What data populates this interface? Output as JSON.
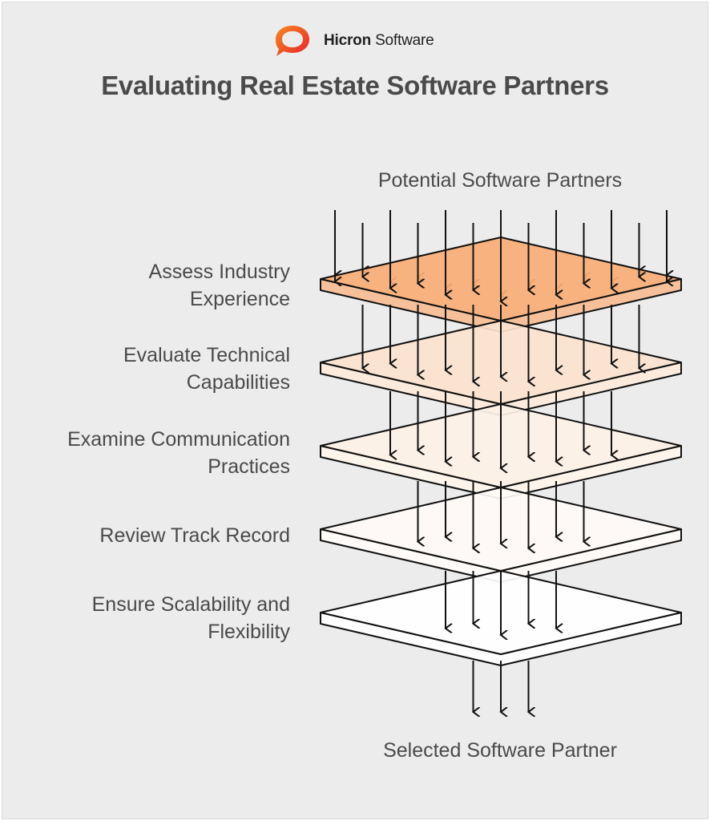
{
  "brand": {
    "name_bold": "Hicron",
    "name_regular": "Software",
    "logo_icon": "speech-bubble-ring-icon",
    "accent_color": "#f04e23"
  },
  "title": "Evaluating Real Estate Software Partners",
  "input_label": "Potential Software Partners",
  "output_label": "Selected Software Partner",
  "steps": [
    {
      "line1": "Assess Industry",
      "line2": "Experience",
      "color": "#f7ad77",
      "side_color": "#f6c19a",
      "arrows_in": 13
    },
    {
      "line1": "Evaluate Technical",
      "line2": "Capabilities",
      "color": "#fbe3cf",
      "side_color": "#fcebdd",
      "arrows_in": 11
    },
    {
      "line1": "Examine Communication",
      "line2": "Practices",
      "color": "#fdf1e6",
      "side_color": "#fdf4ec",
      "arrows_in": 9
    },
    {
      "line1": "Review Track Record",
      "line2": "",
      "color": "#fffaf6",
      "side_color": "#fffbf8",
      "arrows_in": 7
    },
    {
      "line1": "Ensure Scalability and",
      "line2": "Flexibility",
      "color": "#ffffff",
      "side_color": "#ffffff",
      "arrows_in": 5
    }
  ],
  "arrows_out": 3
}
